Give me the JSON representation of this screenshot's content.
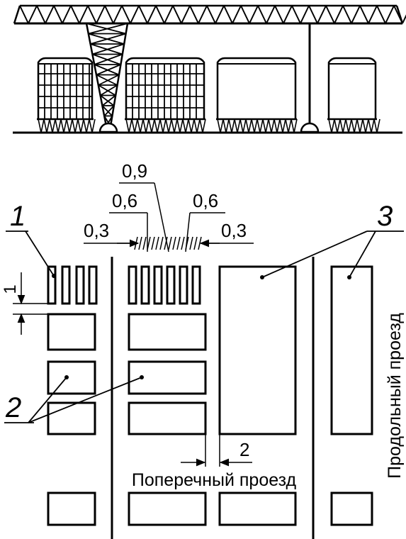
{
  "dimensions": {
    "pitch_total": "0,9",
    "pitch_left": "0,6",
    "pitch_right": "0,6",
    "gap_left": "0,3",
    "gap_right": "0,3",
    "row_gap": "1",
    "aisle": "2"
  },
  "callouts": {
    "one": "1",
    "two": "2",
    "three": "3"
  },
  "labels": {
    "cross_aisle": "Поперечный проезд",
    "long_aisle": "Продольный проезд"
  },
  "colors": {
    "ink": "#000000",
    "paper": "#ffffff"
  }
}
